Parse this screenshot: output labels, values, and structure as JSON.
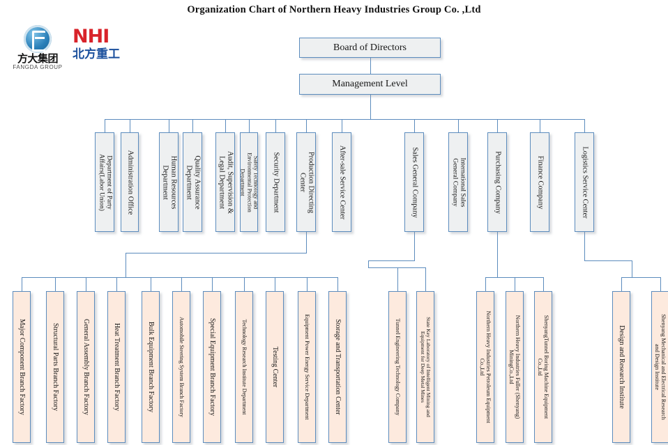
{
  "title": "Organization Chart of Northern Heavy Industries  Group Co. ,Ltd",
  "logos": {
    "fangda": {
      "mark": "fangda-circle-f-logo",
      "cn": "方大集团",
      "en": "FANGDA GROUP"
    },
    "nhi": {
      "en": "NHI",
      "cn": "北方重工"
    }
  },
  "colors": {
    "box_border": "#5b8bbd",
    "box_fill_gray": "#eef0f1",
    "box_fill_peach": "#fdeade",
    "line": "#5b8bbd",
    "nhi_red": "#d8232a",
    "nhi_blue": "#1a4f9c",
    "text": "#161616"
  },
  "top": [
    {
      "label": "Board of Directors"
    },
    {
      "label": "Management Level"
    }
  ],
  "level2": [
    {
      "label": "Department of Party\nAffairs(Labor Union)",
      "size": 9.5
    },
    {
      "label": "Administration Office",
      "size": 10.5
    },
    {
      "label": "Human Resources\nDepartment",
      "size": 10.5
    },
    {
      "label": "Quality Assurance\nDepartment",
      "size": 10.5
    },
    {
      "label": "Audit, Supervision &\nLegal Department",
      "size": 10.5
    },
    {
      "label": "Safety Technology and\nEnvironmental Protection\nDepartment",
      "size": 8.3
    },
    {
      "label": "Security Department",
      "size": 10.5
    },
    {
      "label": "Production Directing\nCenter",
      "size": 10.5
    },
    {
      "label": "After-sale Service Center",
      "size": 10.5
    },
    {
      "label": "Sales General Company",
      "size": 10.5
    },
    {
      "label": "International Sales\nGeneral Company",
      "size": 9.5
    },
    {
      "label": "Purchasing Company",
      "size": 10.5
    },
    {
      "label": "Finance Company",
      "size": 10.5
    },
    {
      "label": "Logistics Service Center",
      "size": 10.5
    }
  ],
  "level3_production": [
    {
      "label": "Major Component Branch Factory",
      "size": 10
    },
    {
      "label": "Structural Parts Branch Factory",
      "size": 10
    },
    {
      "label": "General Assembly Branch Factory",
      "size": 10
    },
    {
      "label": "Heat Treatment Branch Factory",
      "size": 10
    },
    {
      "label": "Bulk Equipment Branch Factory",
      "size": 10
    },
    {
      "label": "Automobile Steering System Branch Factory",
      "size": 8
    },
    {
      "label": "Special Equipment Branch Factory",
      "size": 10
    },
    {
      "label": "Technology Research Institute Department",
      "size": 8
    },
    {
      "label": "Testing Center",
      "size": 10
    },
    {
      "label": "Equipment Power Energy Service Department",
      "size": 8.2
    },
    {
      "label": "Storage and Transportation Center",
      "size": 10
    }
  ],
  "level3_sales": [
    {
      "label": "Tunnel Engineering Technology Company",
      "size": 8.2
    },
    {
      "label": "State Key Laboratory of Intelligent Mining and\nEquipment for Deep Metal Mines",
      "size": 7.6
    }
  ],
  "level3_purchasing": [
    {
      "label": "Northern Heavy Industries Petroleum Equipment\nCo.,Ltd",
      "size": 8.2
    },
    {
      "label": "Northern Heavy Industries Fuller (Shenyang)\nMiningCo.,Ltd",
      "size": 8.2
    },
    {
      "label": "ShenyangTunnel Boring Machine Equipment\nCo.,Ltd",
      "size": 8.2
    }
  ],
  "level3_logistics": [
    {
      "label": "Design and Research Institute",
      "size": 10
    },
    {
      "label": "Shenyang Mechanical and Electrical Research\nand Design Institute",
      "size": 8.2
    }
  ]
}
